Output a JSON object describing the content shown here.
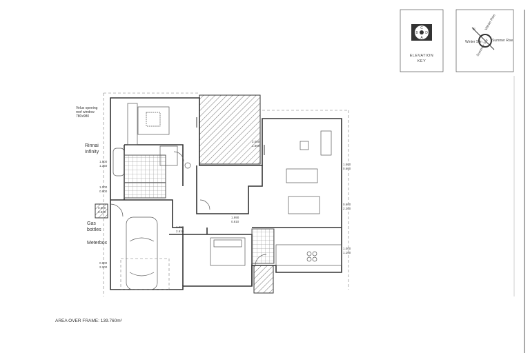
{
  "elevation_key": {
    "title_line1": "ELEVATION",
    "title_line2": "KEY",
    "letters": {
      "top": "C",
      "left": "B",
      "right": "D",
      "bottom": "A"
    }
  },
  "compass": {
    "north": "N",
    "labels": [
      "Winter Sun",
      "Summer Rise",
      "Summer Set",
      "Winter Rise"
    ]
  },
  "notes": {
    "velux_line1": "Velux opening",
    "velux_line2": "roof window",
    "velux_line3": "780x980",
    "rinnai_line1": "Rinnai",
    "rinnai_line2": "Infinity",
    "gas_line1": "Gas",
    "gas_line2": "bottles",
    "meterbox": "Meterbox"
  },
  "window_dims": [
    {
      "a": "1.500",
      "b": "1.350"
    },
    {
      "a": "1.000",
      "b": "0.600"
    },
    {
      "a": "0.600",
      "b": "0.830"
    },
    {
      "a": "0.600",
      "b": "2.200"
    },
    {
      "a": "1.980",
      "b": "2.610"
    },
    {
      "a": "1.990",
      "b": "0.810"
    },
    {
      "a": "1.500",
      "b": "0.600"
    },
    {
      "a": "0.600",
      "b": "2.200"
    },
    {
      "a": "1.000",
      "b": "1.100"
    },
    {
      "a": "2.000",
      "b": "1.800"
    }
  ],
  "area": "AREA OVER FRAME:  139.760m²"
}
